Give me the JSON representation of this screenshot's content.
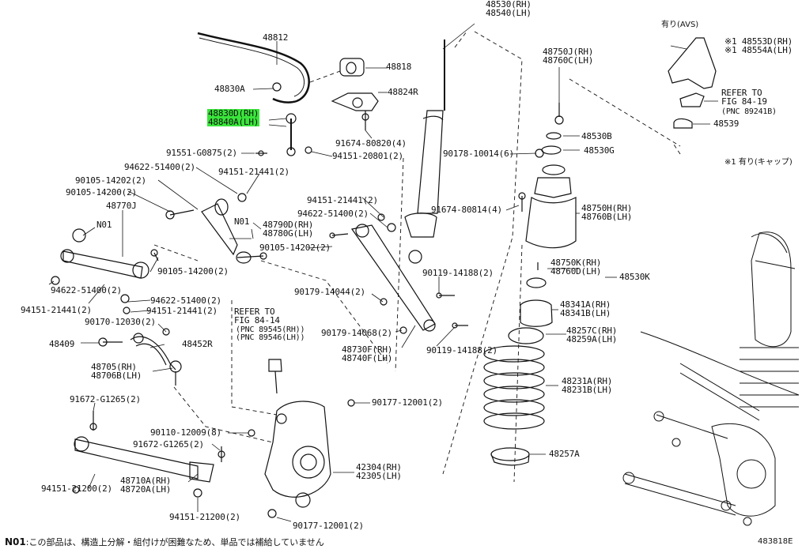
{
  "callouts": [
    {
      "id": "p48530",
      "lines": [
        "48530(RH)",
        "48540(LH)"
      ]
    },
    {
      "id": "p48812",
      "lines": [
        "48812"
      ]
    },
    {
      "id": "p48818",
      "lines": [
        "48818"
      ]
    },
    {
      "id": "p48830A",
      "lines": [
        "48830A"
      ]
    },
    {
      "id": "p48824R",
      "lines": [
        "48824R"
      ]
    },
    {
      "id": "p48830D",
      "lines": [
        "48830D(RH)",
        "48840A(LH)"
      ],
      "highlight": true
    },
    {
      "id": "p91674_80820",
      "lines": [
        "91674-80820(4)"
      ]
    },
    {
      "id": "p91551",
      "lines": [
        "91551-G0875(2)"
      ]
    },
    {
      "id": "p94151_20801",
      "lines": [
        "94151-20801(2)"
      ]
    },
    {
      "id": "p94622_a",
      "lines": [
        "94622-51400(2)"
      ]
    },
    {
      "id": "p94151_21441_a",
      "lines": [
        "94151-21441(2)"
      ]
    },
    {
      "id": "p90105_14202_a",
      "lines": [
        "90105-14202(2)"
      ]
    },
    {
      "id": "p90105_14200_a",
      "lines": [
        "90105-14200(2)"
      ]
    },
    {
      "id": "p48770J",
      "lines": [
        "48770J"
      ]
    },
    {
      "id": "pN01_a",
      "lines": [
        "N01"
      ]
    },
    {
      "id": "pN01_b",
      "lines": [
        "N01"
      ]
    },
    {
      "id": "p48790D",
      "lines": [
        "48790D(RH)",
        "48780G(LH)"
      ]
    },
    {
      "id": "p90105_14202_b",
      "lines": [
        "90105-14202(2)"
      ]
    },
    {
      "id": "p90105_14200_b",
      "lines": [
        "90105-14200(2)"
      ]
    },
    {
      "id": "p94151_21441_b",
      "lines": [
        "94151-21441(2)"
      ]
    },
    {
      "id": "p94622_b",
      "lines": [
        "94622-51400(2)"
      ]
    },
    {
      "id": "p91674_80814",
      "lines": [
        "91674-80814(4)"
      ]
    },
    {
      "id": "p90178",
      "lines": [
        "90178-10014(6)"
      ]
    },
    {
      "id": "p48750J",
      "lines": [
        "48750J(RH)",
        "48760C(LH)"
      ]
    },
    {
      "id": "p48530B",
      "lines": [
        "48530B"
      ]
    },
    {
      "id": "p48530G",
      "lines": [
        "48530G"
      ]
    },
    {
      "id": "p48750H",
      "lines": [
        "48750H(RH)",
        "48760B(LH)"
      ]
    },
    {
      "id": "p48750K",
      "lines": [
        "48750K(RH)",
        "48760D(LH)"
      ]
    },
    {
      "id": "p48530K",
      "lines": [
        "48530K"
      ]
    },
    {
      "id": "p48341A",
      "lines": [
        "48341A(RH)",
        "48341B(LH)"
      ]
    },
    {
      "id": "p48257C",
      "lines": [
        "48257C(RH)",
        "48259A(LH)"
      ]
    },
    {
      "id": "p48231A",
      "lines": [
        "48231A(RH)",
        "48231B(LH)"
      ]
    },
    {
      "id": "p48257A",
      "lines": [
        "48257A"
      ]
    },
    {
      "id": "p94622_c",
      "lines": [
        "94622-51400(2)"
      ]
    },
    {
      "id": "p94151_21441_c",
      "lines": [
        "94151-21441(2)"
      ]
    },
    {
      "id": "p94622_d",
      "lines": [
        "94622-51400(2)"
      ]
    },
    {
      "id": "p94151_21441_d",
      "lines": [
        "94151-21441(2)"
      ]
    },
    {
      "id": "p90170",
      "lines": [
        "90170-12030(2)"
      ]
    },
    {
      "id": "p48409",
      "lines": [
        "48409"
      ]
    },
    {
      "id": "p48452R",
      "lines": [
        "48452R"
      ]
    },
    {
      "id": "p48705",
      "lines": [
        "48705(RH)",
        "48706B(LH)"
      ]
    },
    {
      "id": "p90179_14044",
      "lines": [
        "90179-14044(2)"
      ]
    },
    {
      "id": "p90179_14068",
      "lines": [
        "90179-14068(2)"
      ]
    },
    {
      "id": "p90119_a",
      "lines": [
        "90119-14188(2)"
      ]
    },
    {
      "id": "p90119_b",
      "lines": [
        "90119-14188(2)"
      ]
    },
    {
      "id": "p48730F",
      "lines": [
        "48730F(RH)",
        "48740F(LH)"
      ]
    },
    {
      "id": "p91672_a",
      "lines": [
        "91672-G1265(2)"
      ]
    },
    {
      "id": "p91672_b",
      "lines": [
        "91672-G1265(2)"
      ]
    },
    {
      "id": "p90110",
      "lines": [
        "90110-12009(8)"
      ]
    },
    {
      "id": "p90177_a",
      "lines": [
        "90177-12001(2)"
      ]
    },
    {
      "id": "p90177_b",
      "lines": [
        "90177-12001(2)"
      ]
    },
    {
      "id": "p42304",
      "lines": [
        "42304(RH)",
        "42305(LH)"
      ]
    },
    {
      "id": "p94151_21200_a",
      "lines": [
        "94151-21200(2)"
      ]
    },
    {
      "id": "p94151_21200_b",
      "lines": [
        "94151-21200(2)"
      ]
    },
    {
      "id": "p48710A",
      "lines": [
        "48710A(RH)",
        "48720A(LH)"
      ]
    },
    {
      "id": "pRefer84_14",
      "lines": [
        "REFER TO",
        "FIG 84-14"
      ]
    },
    {
      "id": "pPnc89545",
      "lines": [
        "(PNC 89545(RH))",
        "(PNC 89546(LH))"
      ]
    },
    {
      "id": "pRefer84_19",
      "lines": [
        "REFER TO",
        "FIG 84-19"
      ]
    },
    {
      "id": "pPnc89241",
      "lines": [
        "(PNC 89241B)"
      ]
    },
    {
      "id": "p48553D",
      "lines": [
        "※1 48553D(RH)",
        "※1 48554A(LH)"
      ]
    },
    {
      "id": "p48539",
      "lines": [
        "48539"
      ]
    }
  ],
  "notes": {
    "avs": "有り(AVS)",
    "cap": "※1 有り(キャップ)",
    "footer_code": "N01",
    "footer_text": ":この部品は、構造上分解・組付けが困難なため、単品では補給していません",
    "diagram_id": "483818E"
  },
  "colors": {
    "highlight": "#39e53a",
    "ink": "#111111"
  }
}
